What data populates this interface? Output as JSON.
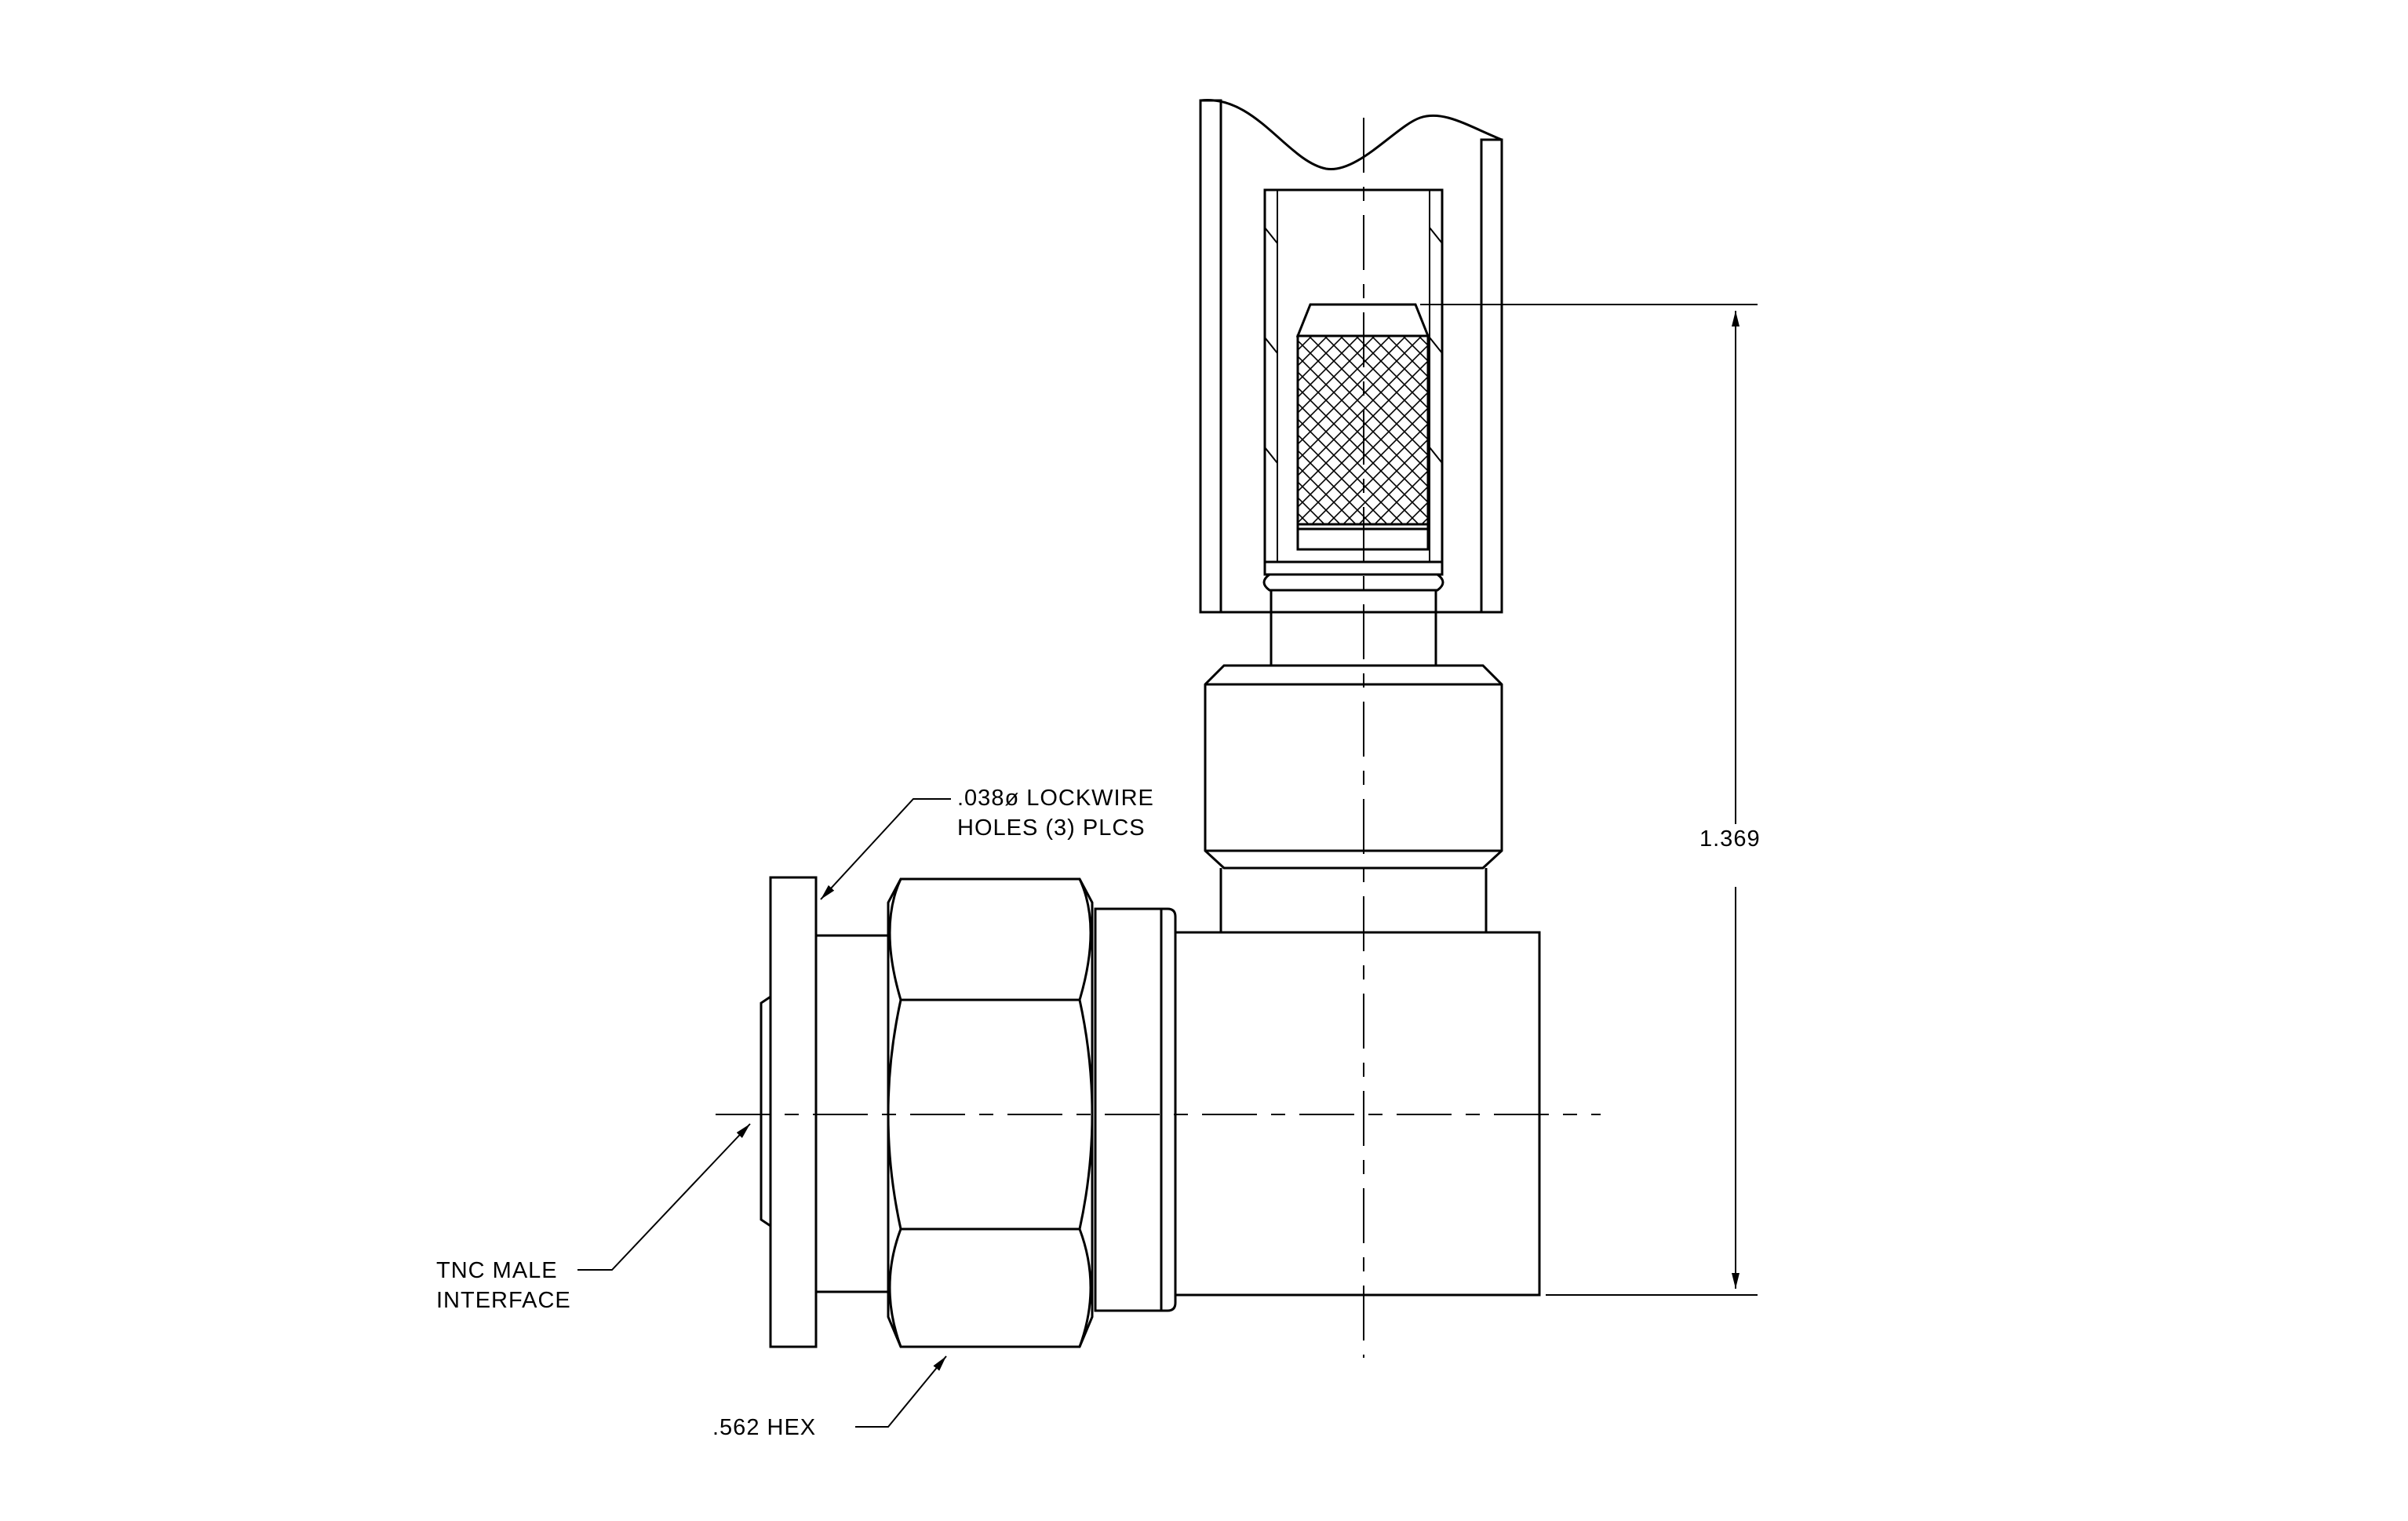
{
  "labels": {
    "lockwire_line1": ".038ø LOCKWIRE",
    "lockwire_line2": "HOLES (3) PLCS",
    "interface_line1": "TNC MALE",
    "interface_line2": "INTERFACE",
    "hex": ".562 HEX",
    "height_dim": "1.369"
  }
}
